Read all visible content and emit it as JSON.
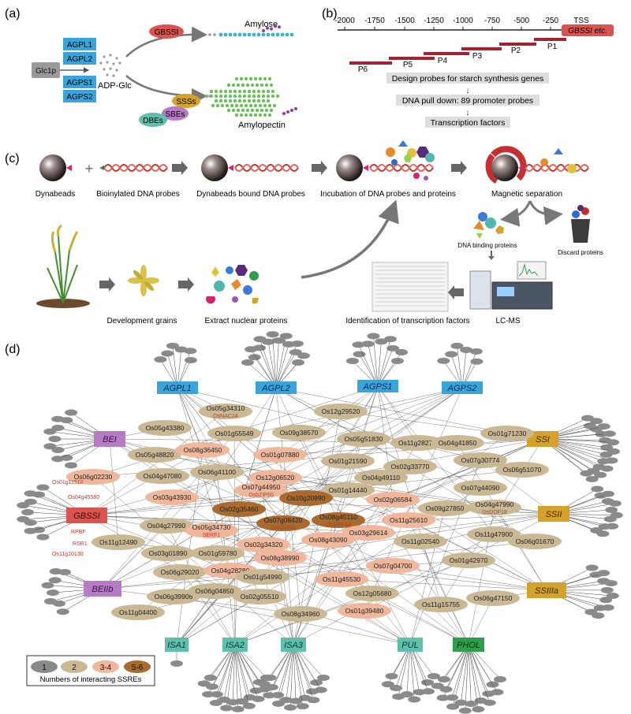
{
  "panel_labels": {
    "a": "(a)",
    "b": "(b)",
    "c": "(c)",
    "d": "(d)"
  },
  "panel_a": {
    "glc1p": "Glc1p",
    "agp": [
      "AGPL1",
      "AGPL2",
      "AGPS1",
      "AGPS2"
    ],
    "adp_glc": "ADP-Glc",
    "gbssi": "GBSSI",
    "amylose": "Amylose",
    "sss": "SSSs",
    "sbe": "SBEs",
    "dbe": "DBEs",
    "amylopectin": "Amylopectin",
    "colors": {
      "agp": "#3aa3d8",
      "gbssi": "#d9534f",
      "sss": "#d4a12a",
      "sbe": "#b57cc4",
      "dbe": "#5fbfaa",
      "amylose_dots": "#3fb1c9",
      "amylopectin_dots": "#6cbf5a",
      "branch_dots": "#8e3fa0"
    }
  },
  "panel_b": {
    "ticks": [
      "-2000",
      "-1750",
      "-1500",
      "-1250",
      "-1000",
      "-750",
      "-500",
      "-250",
      "TSS"
    ],
    "gene_box": "GBSSI etc.",
    "probes": [
      "P6",
      "P5",
      "P4",
      "P3",
      "P2",
      "P1"
    ],
    "steps": [
      "Design probes for starch synthesis genes",
      "DNA pull down: 89 promoter probes",
      "Transcription factors"
    ],
    "arrow_glyph": "↓"
  },
  "panel_c": {
    "captions": [
      "Dynabeads",
      "Bioinylated DNA probes",
      "Dynabeads bound DNA probes",
      "Incubation of DNA probes and proteins",
      "Magnetic separation",
      "DNA binding proteins",
      "Discard proteins",
      "Development grains",
      "Extract nuclear proteins",
      "Identification of transcription factors",
      "LC-MS"
    ],
    "plus_glyph": "+"
  },
  "panel_d": {
    "genes": [
      {
        "label": "AGPL1",
        "color": "#3aa3d8",
        "text_color": "#0c2a5a"
      },
      {
        "label": "AGPL2",
        "color": "#3aa3d8",
        "text_color": "#0c2a5a"
      },
      {
        "label": "AGPS1",
        "color": "#3aa3d8",
        "text_color": "#0c2a5a"
      },
      {
        "label": "AGPS2",
        "color": "#3aa3d8",
        "text_color": "#0c2a5a"
      },
      {
        "label": "BEI",
        "color": "#b57cc4",
        "text_color": "#3a1448"
      },
      {
        "label": "GBSSI",
        "color": "#d9534f",
        "text_color": "#3a0c0c"
      },
      {
        "label": "BEIIb",
        "color": "#b57cc4",
        "text_color": "#3a1448"
      },
      {
        "label": "SSI",
        "color": "#d4a12a",
        "text_color": "#3a2a05"
      },
      {
        "label": "SSII",
        "color": "#d4a12a",
        "text_color": "#3a2a05"
      },
      {
        "label": "SSIIIa",
        "color": "#d4a12a",
        "text_color": "#3a2a05"
      },
      {
        "label": "ISA1",
        "color": "#5fbfaa",
        "text_color": "#0b3a30"
      },
      {
        "label": "ISA2",
        "color": "#5fbfaa",
        "text_color": "#0b3a30"
      },
      {
        "label": "ISA3",
        "color": "#5fbfaa",
        "text_color": "#0b3a30"
      },
      {
        "label": "PUL",
        "color": "#5fbfaa",
        "text_color": "#0b3a30"
      },
      {
        "label": "PHOL",
        "color": "#2e9e4a",
        "text_color": "#08301a"
      }
    ],
    "tfs": [
      {
        "id": "Os05g34310",
        "level": 2,
        "sub": "OsNAC24"
      },
      {
        "id": "Os12g29520",
        "level": 2
      },
      {
        "id": "Os05g43380",
        "level": 2
      },
      {
        "id": "Os01g55549",
        "level": 2
      },
      {
        "id": "Os09g38570",
        "level": 2
      },
      {
        "id": "Os05g51830",
        "level": 2
      },
      {
        "id": "Os11g28270",
        "level": 2
      },
      {
        "id": "Os04g41850",
        "level": 2
      },
      {
        "id": "Os01g71230",
        "level": 2
      },
      {
        "id": "Os05g48820",
        "level": 2
      },
      {
        "id": "Os08g36450",
        "level": 3
      },
      {
        "id": "Os01g07880",
        "level": 3
      },
      {
        "id": "Os01g21590",
        "level": 2
      },
      {
        "id": "Os02g33770",
        "level": 2
      },
      {
        "id": "Os07g30774",
        "level": 2
      },
      {
        "id": "Os06g51070",
        "level": 2
      },
      {
        "id": "Os06g02230",
        "level": 3
      },
      {
        "id": "Os04g47080",
        "level": 2
      },
      {
        "id": "Os06g41100",
        "level": 2
      },
      {
        "id": "Os12g06520",
        "level": 3
      },
      {
        "id": "Os04g49110",
        "level": 2
      },
      {
        "id": "Os07g44950",
        "level": 3,
        "sub": "OsbZIP60"
      },
      {
        "id": "Os01g14440",
        "level": 2
      },
      {
        "id": "Os07g44090",
        "level": 2
      },
      {
        "id": "Os03g43930",
        "level": 3
      },
      {
        "id": "Os10g20990",
        "level": 5
      },
      {
        "id": "Os02g06584",
        "level": 3
      },
      {
        "id": "Os04g47990",
        "level": 2,
        "sub": "OsDOF18"
      },
      {
        "id": "Os02g35460",
        "level": 5
      },
      {
        "id": "Os09g27850",
        "level": 2
      },
      {
        "id": "Os07g08420",
        "level": 5,
        "sub": "OsbZIP58"
      },
      {
        "id": "Os08g45110",
        "level": 5,
        "sub": "OsERF44"
      },
      {
        "id": "Os11g25610",
        "level": 3
      },
      {
        "id": "Os04g27990",
        "level": 2
      },
      {
        "id": "Os05g34730",
        "level": 3,
        "sub": "SERF1"
      },
      {
        "id": "Os03g29614",
        "level": 3
      },
      {
        "id": "Os11g47900",
        "level": 2
      },
      {
        "id": "Os11g12490",
        "level": 2
      },
      {
        "id": "Os03g01890",
        "level": 2
      },
      {
        "id": "Os01g59780",
        "level": 2
      },
      {
        "id": "Os02g34320",
        "level": 3
      },
      {
        "id": "Os08g43090",
        "level": 3
      },
      {
        "id": "Os11g02540",
        "level": 2
      },
      {
        "id": "Os06g01670",
        "level": 2
      },
      {
        "id": "Os06g29020",
        "level": 2
      },
      {
        "id": "Os04g28280",
        "level": 3
      },
      {
        "id": "Os08g38990",
        "level": 3
      },
      {
        "id": "Os07g04700",
        "level": 3
      },
      {
        "id": "Os01g42970",
        "level": 2
      },
      {
        "id": "Os06g39906",
        "level": 2
      },
      {
        "id": "Os06g04850",
        "level": 2
      },
      {
        "id": "Os01g54990",
        "level": 2
      },
      {
        "id": "Os11g45530",
        "level": 3
      },
      {
        "id": "Os12g05680",
        "level": 2
      },
      {
        "id": "Os11g04400",
        "level": 2
      },
      {
        "id": "Os02g05510",
        "level": 2
      },
      {
        "id": "Os11g15755",
        "level": 2
      },
      {
        "id": "Os06g47150",
        "level": 2
      },
      {
        "id": "Os08g34960",
        "level": 2
      },
      {
        "id": "Os01g39480",
        "level": 3
      }
    ],
    "red_labels": [
      "Os01g11510",
      "Os04g45580",
      "RPBF",
      "RSR1",
      "Os11g10130"
    ],
    "legend": {
      "items": [
        {
          "label": "1",
          "color": "#8a8a8a"
        },
        {
          "label": "2",
          "color": "#c9b893"
        },
        {
          "label": "3-4",
          "color": "#efb79c"
        },
        {
          "label": "5-6",
          "color": "#a86a2e"
        }
      ],
      "caption": "Numbers of interacting SSREs"
    }
  }
}
